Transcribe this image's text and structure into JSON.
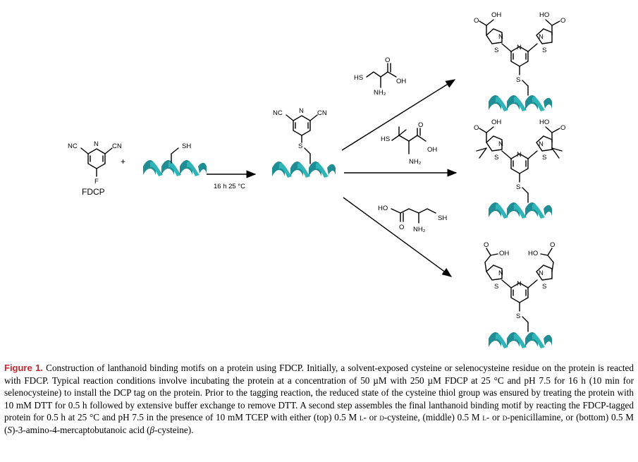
{
  "scheme": {
    "fdcp": {
      "substituent_left": "NC",
      "ring_n": "N",
      "substituent_right": "CN",
      "para": "F",
      "name": "FDCP"
    },
    "plus": "+",
    "protein_thiol": "SH",
    "step1_conditions": "16 h 25 °C",
    "tagged": {
      "left": "NC",
      "n": "N",
      "right": "CN",
      "s": "S"
    },
    "reagent_top": {
      "sh": "HS",
      "nh2": "NH₂",
      "oh": "OH",
      "o": "O"
    },
    "reagent_mid": {
      "sh": "HS",
      "nh2": "NH₂",
      "oh": "OH",
      "o": "O"
    },
    "reagent_bot": {
      "ho": "HO",
      "nh2": "NH₂",
      "sh": "SH",
      "o": "O"
    },
    "product": {
      "oh": "OH",
      "ho": "HO",
      "o": "O",
      "n": "N",
      "s": "S"
    }
  },
  "caption": {
    "label": "Figure 1.",
    "p1": " Construction of lanthanoid binding motifs on a protein using FDCP. Initially, a solvent-exposed cysteine or selenocysteine residue on the protein is reacted with FDCP. Typical reaction conditions involve incubating the protein at a concentration of 50 µM with 250 µM FDCP at 25 °C and pH 7.5 for 16 h (10 min for selenocysteine) to install the DCP tag on the protein. Prior to the tagging reaction, the reduced state of the cysteine thiol group was ensured by treating the protein with 10 mM DTT for 0.5 h followed by extensive buffer exchange to remove DTT. A second step assembles the final lanthanoid binding motif by reacting the FDCP-tagged protein for 0.5 h at 25 °C and pH 7.5 in the presence of 10 mM TCEP with either (top) 0.5 M ",
    "l1": "l-",
    "p2": " or ",
    "d1": "d-",
    "p3": "cysteine, (middle) 0.5 M ",
    "l2": "l-",
    "p4": " or ",
    "d2": "d-",
    "p5": "penicillamine, or (bottom) 0.5 M (",
    "s": "S",
    "p6": ")-3-amino-4-mercaptobutanoic acid (",
    "beta": "β",
    "p7": "-cysteine)."
  }
}
